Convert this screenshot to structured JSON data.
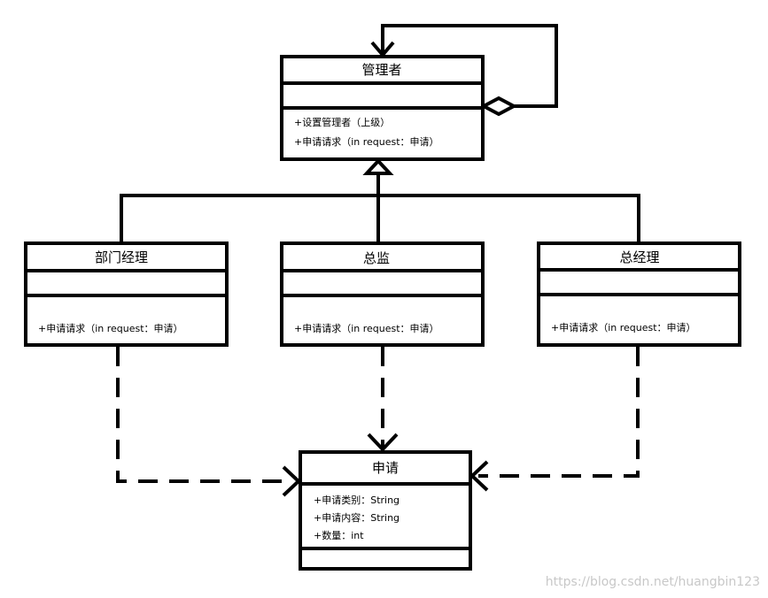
{
  "classes": {
    "manager": {
      "name": "管理者",
      "operations": [
        "+设置管理者（上级）",
        "+申请请求（in request：申请）"
      ]
    },
    "department_manager": {
      "name": "部门经理",
      "operations": [
        "+申请请求（in request：申请）"
      ]
    },
    "director": {
      "name": "总监",
      "operations": [
        "+申请请求（in request：申请）"
      ]
    },
    "general_manager": {
      "name": "总经理",
      "operations": [
        "+申请请求（in request：申请）"
      ]
    },
    "request": {
      "name": "申请",
      "attributes": [
        "+申请类别：String",
        "+申请内容：String",
        "+数量：int"
      ]
    }
  },
  "watermark": "https://blog.csdn.net/huangbin123"
}
